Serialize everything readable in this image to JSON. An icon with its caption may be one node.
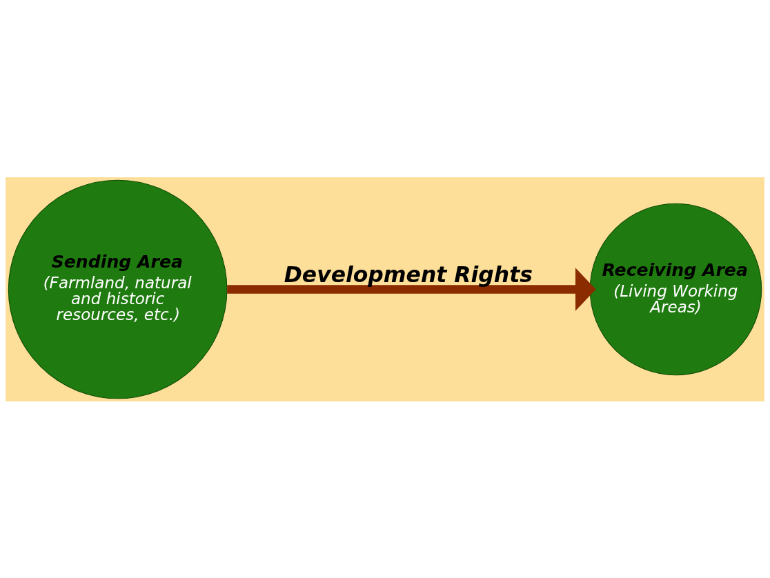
{
  "diagram": {
    "nodes": [
      {
        "text": [
          "Sending Area",
          "(Farmland, natural and historic resources, etc.)"
        ]
      },
      {
        "text": [
          "Receiving Area",
          "(Living Working Areas)"
        ]
      }
    ],
    "edges": [
      {
        "from": 0,
        "to": 1,
        "arrow": "to",
        "label": "Development Rights"
      }
    ]
  }
}
